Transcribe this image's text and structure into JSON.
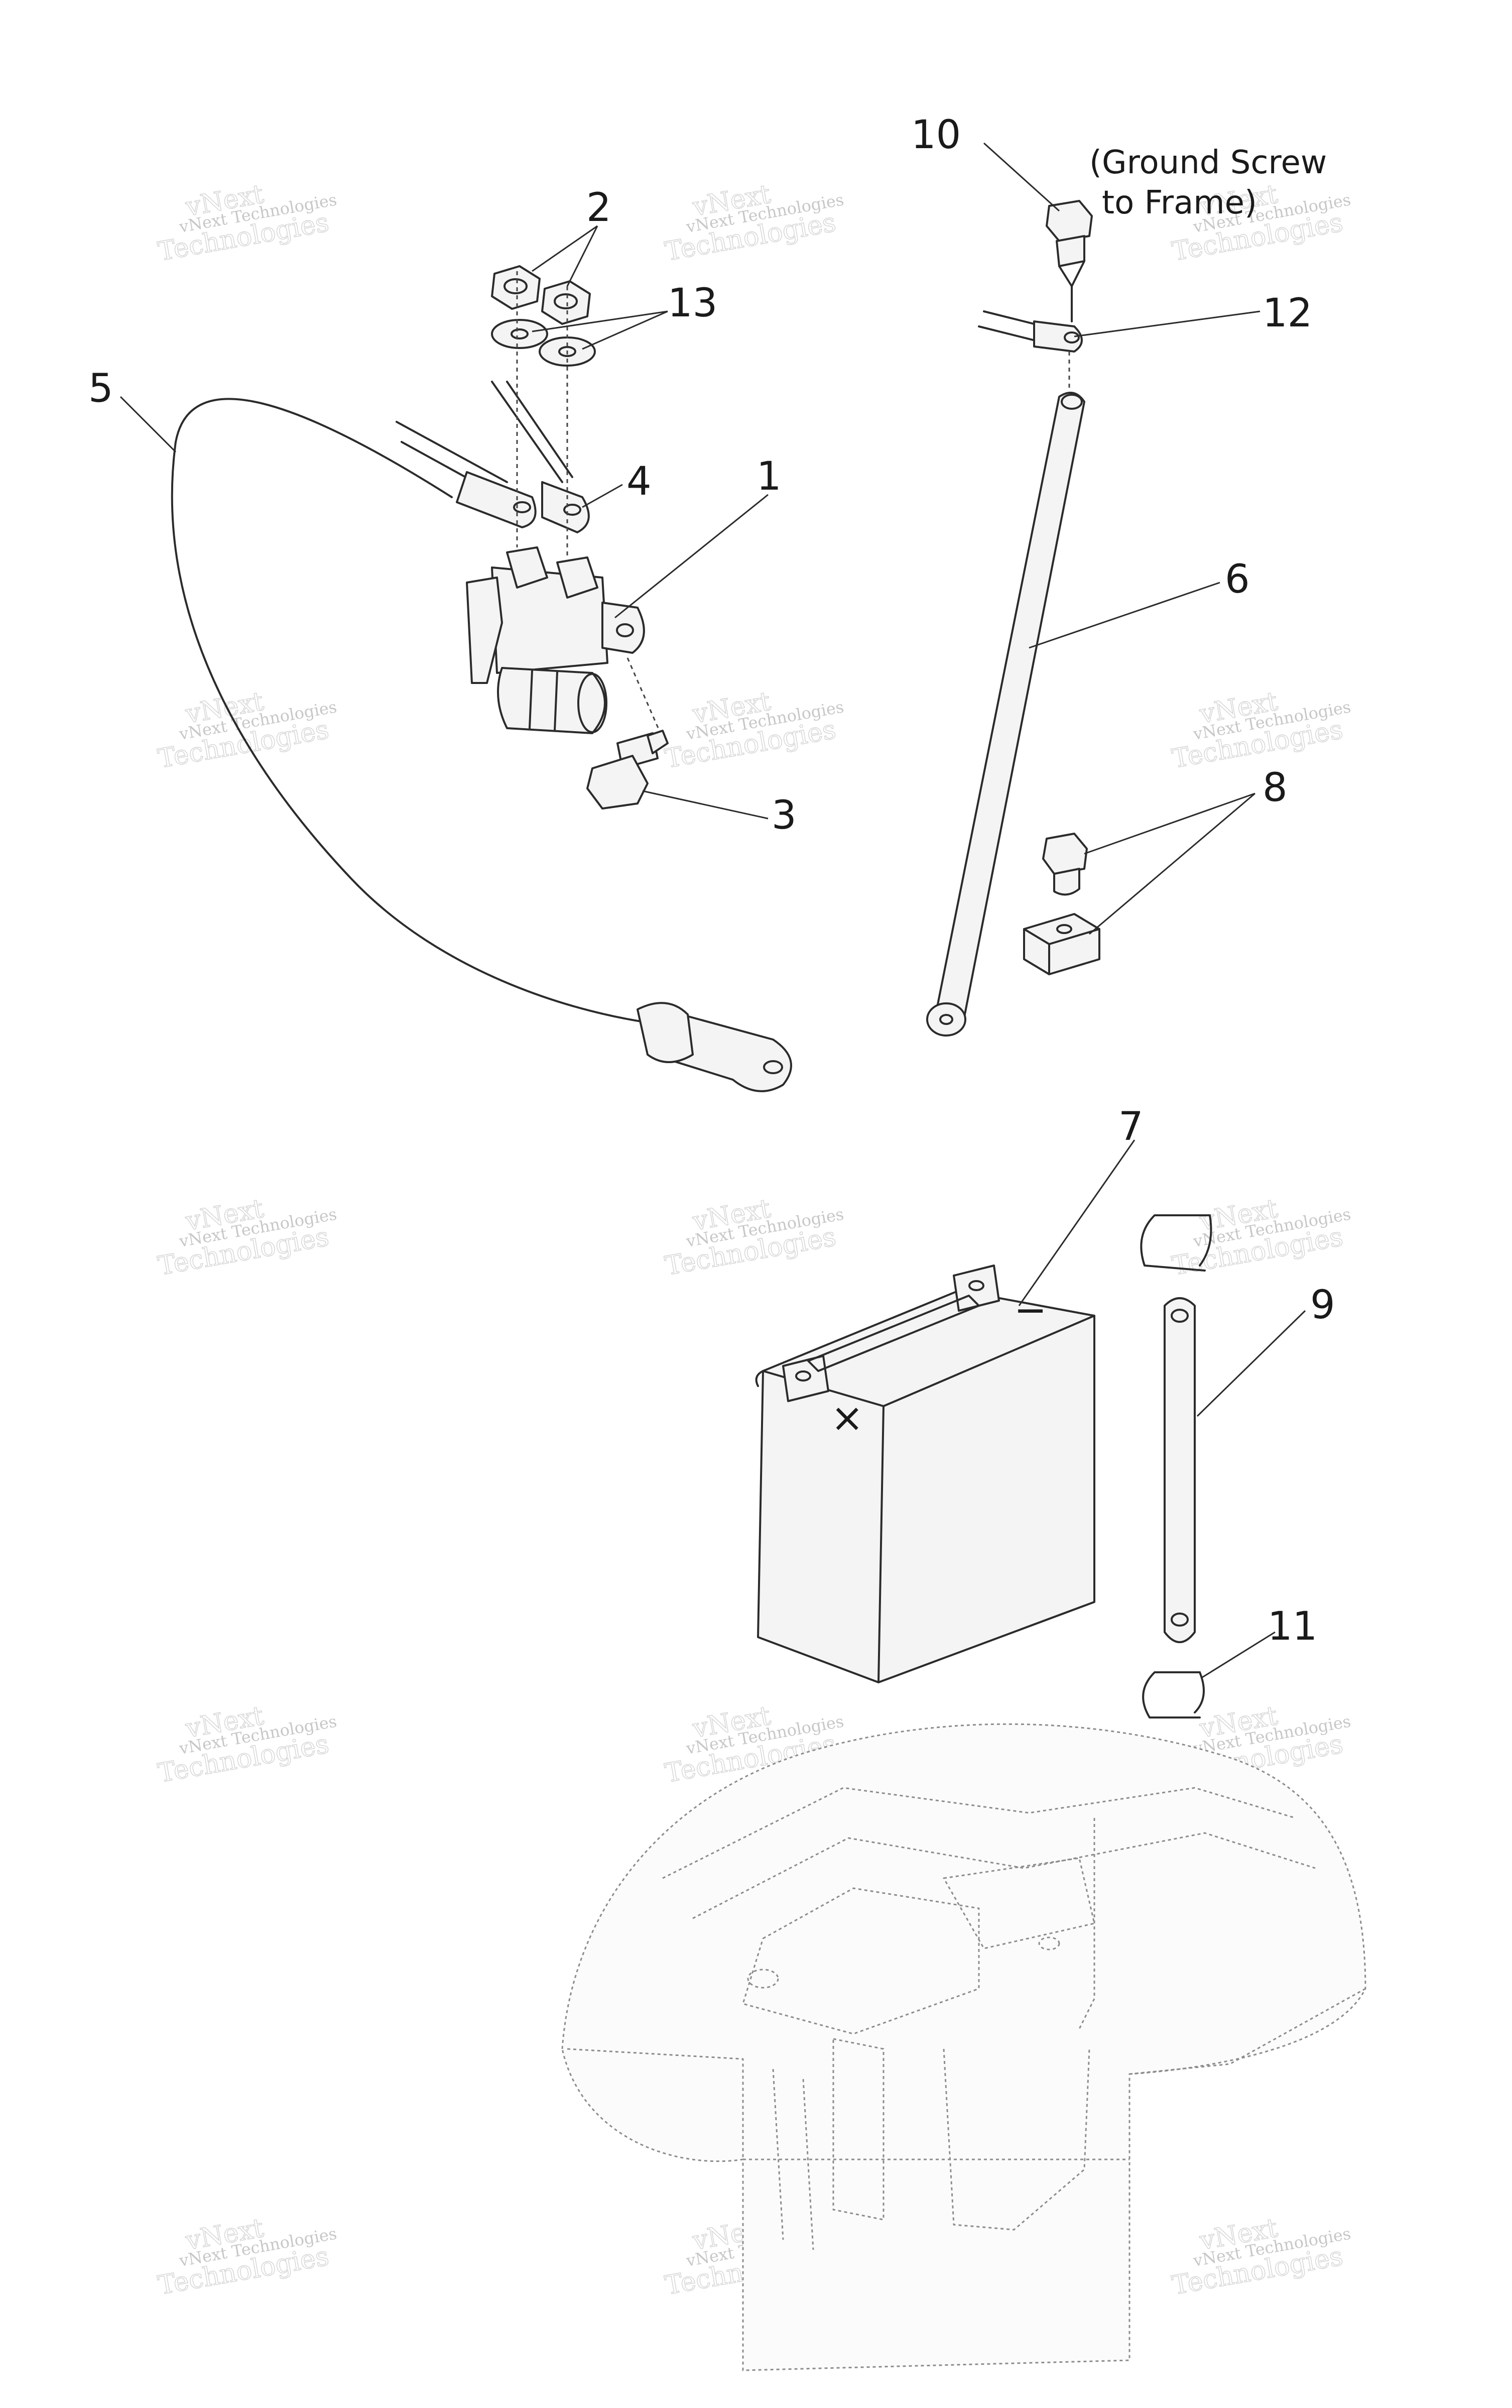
{
  "callouts": {
    "c1": "1",
    "c2": "2",
    "c3": "3",
    "c4": "4",
    "c5": "5",
    "c6": "6",
    "c7": "7",
    "c8": "8",
    "c9": "9",
    "c10": "10",
    "c11": "11",
    "c12": "12",
    "c13": "13"
  },
  "note": {
    "line1": "(Ground Screw",
    "line2": "to Frame)"
  },
  "battery": {
    "minus": "−",
    "plus": "×"
  },
  "watermark": {
    "small": "vNext Technologies",
    "big_top": "vNext",
    "big_bottom": "Technologies"
  }
}
